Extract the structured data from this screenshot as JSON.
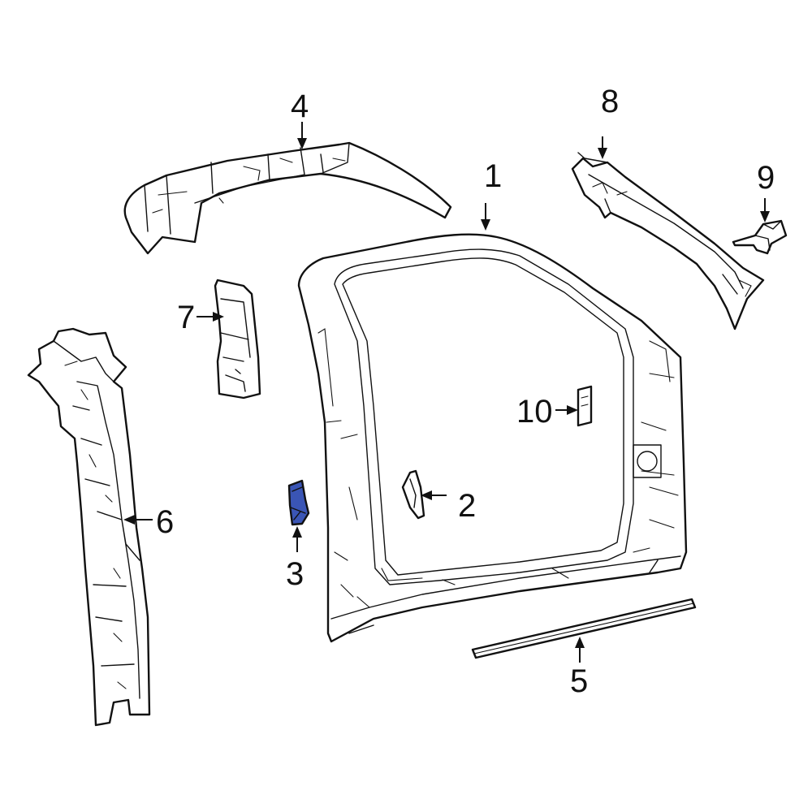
{
  "highlight_color": "#3a55b5",
  "line_color": "#111111",
  "background": "#ffffff",
  "callouts": {
    "c1": "1",
    "c2": "2",
    "c3": "3",
    "c4": "4",
    "c5": "5",
    "c6": "6",
    "c7": "7",
    "c8": "8",
    "c9": "9",
    "c10": "10"
  },
  "highlighted_part": "3"
}
